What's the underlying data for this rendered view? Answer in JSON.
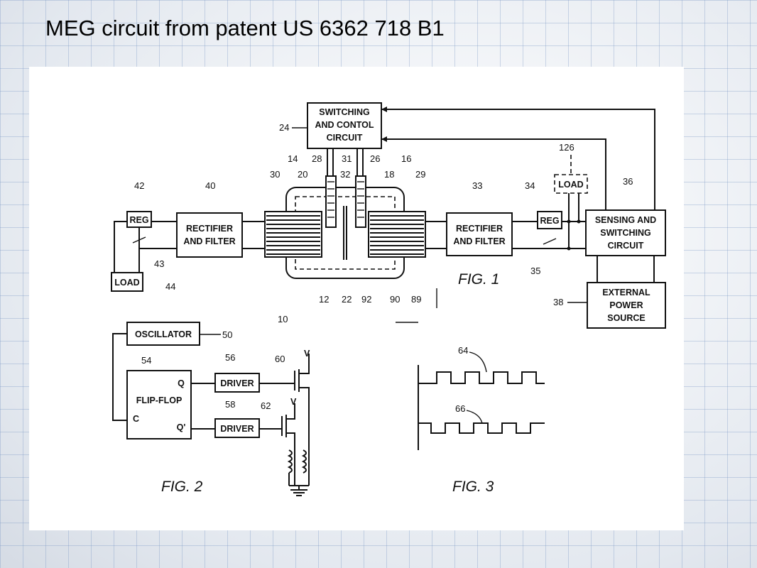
{
  "slide": {
    "title": "MEG circuit from patent US 6362 718 B1"
  },
  "fig1": {
    "switching": [
      "SWITCHING",
      "AND CONTOL",
      "CIRCUIT"
    ],
    "rect_left": [
      "RECTIFIER",
      "AND FILTER"
    ],
    "rect_right": [
      "RECTIFIER",
      "AND FILTER"
    ],
    "reg": "REG",
    "load": "LOAD",
    "sensing": [
      "SENSING AND",
      "SWITCHING",
      "CIRCUIT"
    ],
    "external": [
      "EXTERNAL",
      "POWER",
      "SOURCE"
    ],
    "caption": "FIG. 1",
    "refs": {
      "r24": "24",
      "r14": "14",
      "r28": "28",
      "r31": "31",
      "r26": "26",
      "r16": "16",
      "r126": "126",
      "r30": "30",
      "r20": "20",
      "r32": "32",
      "r18": "18",
      "r29": "29",
      "r42": "42",
      "r40": "40",
      "r33": "33",
      "r34": "34",
      "r36": "36",
      "r43": "43",
      "r44": "44",
      "r35": "35",
      "r12": "12",
      "r22": "22",
      "r92": "92",
      "r90": "90",
      "r89": "89",
      "r10": "10",
      "r38": "38"
    }
  },
  "fig2": {
    "oscillator": "OSCILLATOR",
    "flipflop": "FLIP-FLOP",
    "q": "Q",
    "qp": "Q'",
    "c": "C",
    "driver": "DRIVER",
    "v": "V",
    "caption": "FIG. 2",
    "refs": {
      "r50": "50",
      "r54": "54",
      "r56": "56",
      "r58": "58",
      "r60": "60",
      "r62": "62"
    }
  },
  "fig3": {
    "caption": "FIG. 3",
    "refs": {
      "r64": "64",
      "r66": "66"
    }
  }
}
